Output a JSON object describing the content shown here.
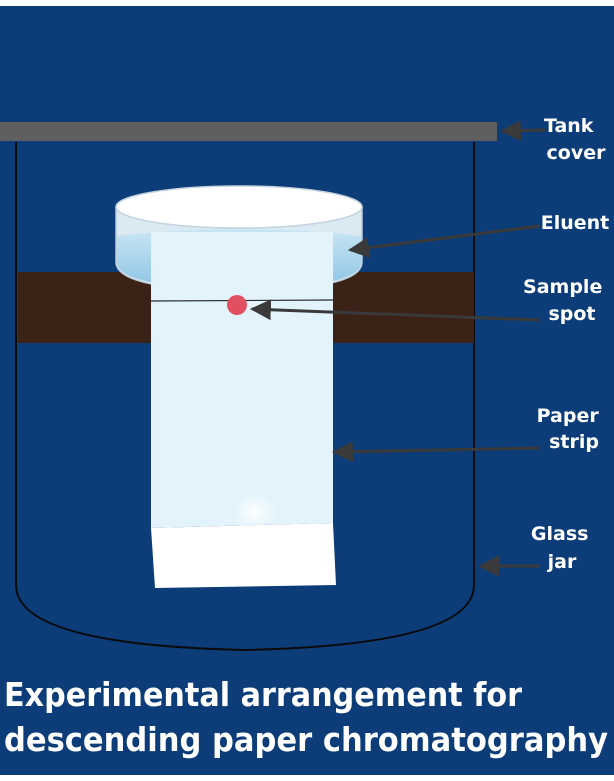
{
  "labels": {
    "tank_cover": [
      "Tank",
      "cover"
    ],
    "eluent": "Eluent",
    "sample_spot": [
      "Sample",
      "spot"
    ],
    "paper_strip": [
      "Paper",
      "strip"
    ],
    "glass_jar": [
      "Glass",
      "jar"
    ]
  },
  "caption": {
    "line1": "Experimental arrangement for",
    "line2": "descending paper chromatography"
  },
  "colors": {
    "background": "#0c3d78",
    "tank_cover": "#5f5f5f",
    "support_rod": "#3b2217",
    "paper": "#e3f3fc",
    "paper_dry": "#ffffff",
    "eluent": "#9fcde8",
    "sample_spot": "#e05061",
    "text": "#ffffff"
  }
}
